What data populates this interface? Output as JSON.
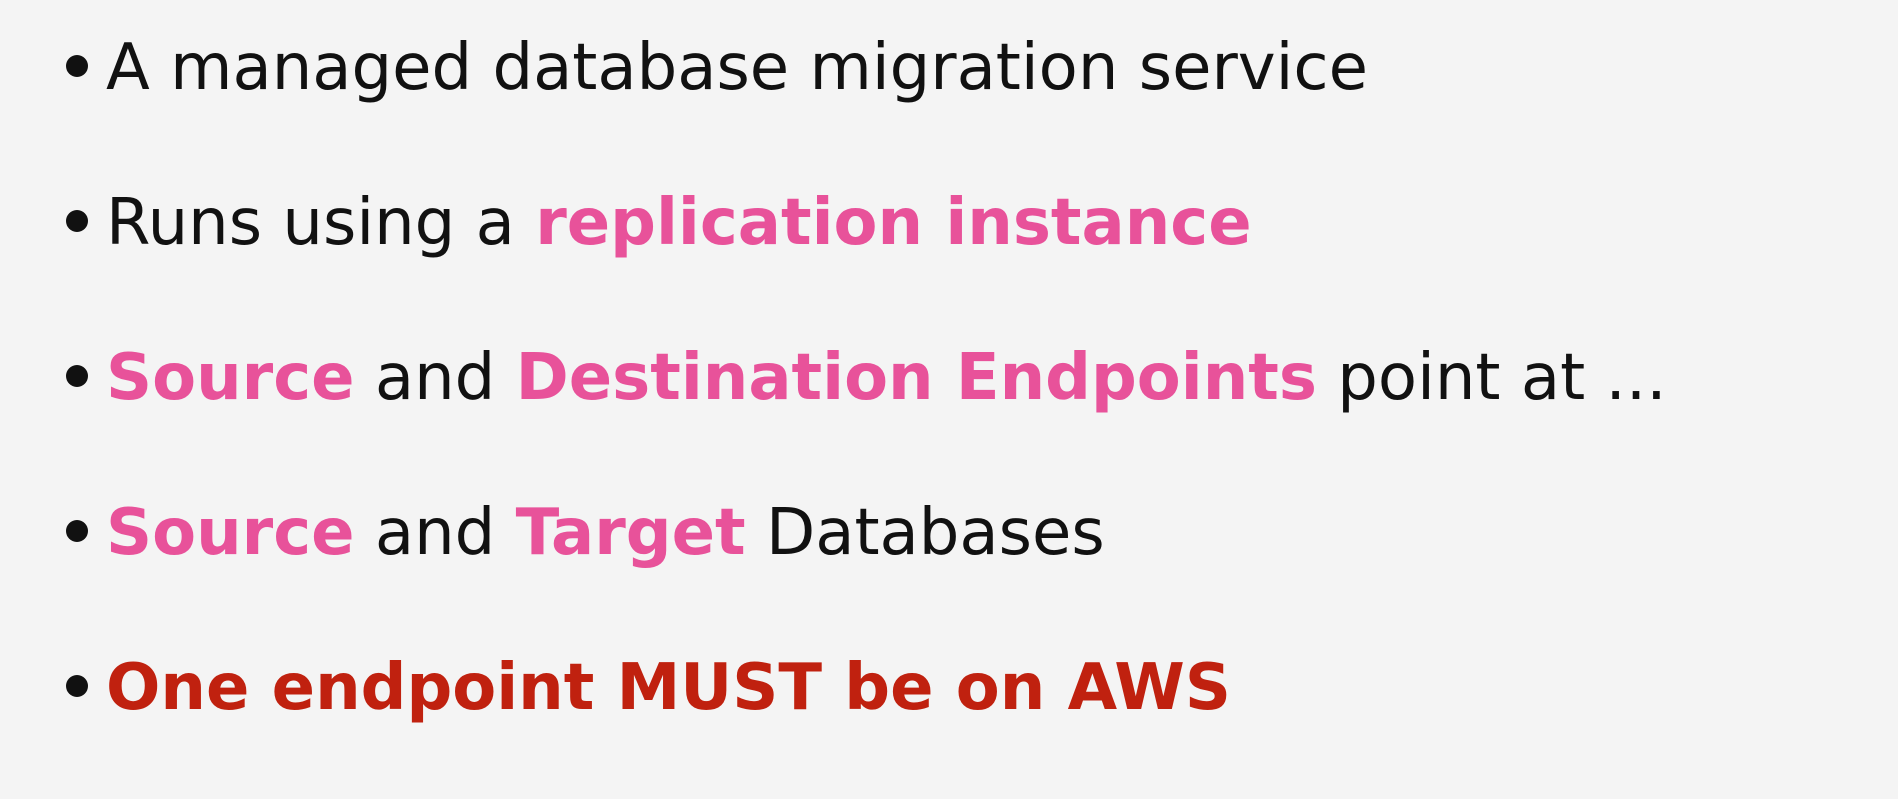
{
  "colors": {
    "background": "#f4f4f4",
    "text": "#111111",
    "highlight_pink": "#e8529a",
    "highlight_red": "#c0210f"
  },
  "bullets": [
    {
      "text": "A managed database migration service"
    },
    {
      "text_before": "Runs using a ",
      "highlight": "replication instance"
    },
    {
      "highlight_1": "Source",
      "text_1": " and ",
      "highlight_2": "Destination Endpoints",
      "text_2": " point at ..."
    },
    {
      "highlight_1": "Source",
      "text_1": " and ",
      "highlight_2": "Target",
      "text_2": " Databases"
    },
    {
      "highlight": "One endpoint MUST be on AWS"
    }
  ]
}
